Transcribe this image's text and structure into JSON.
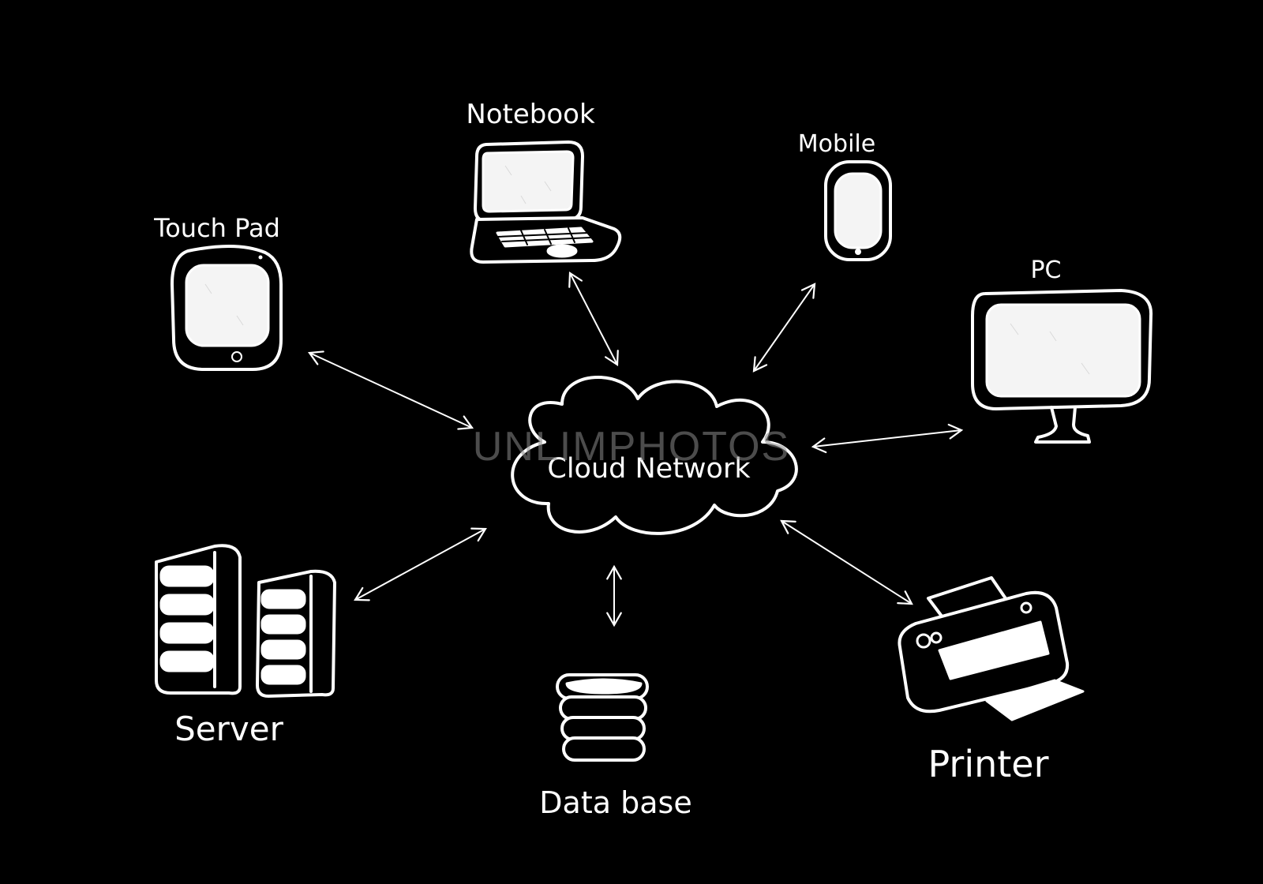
{
  "nodes": {
    "center": "Cloud Network",
    "notebook": "Notebook",
    "mobile": "Mobile",
    "touchpad": "Touch Pad",
    "pc": "PC",
    "server": "Server",
    "database": "Data base",
    "printer": "Printer"
  },
  "watermark": "UNLIMPHOTOS",
  "colors": {
    "background": "#000000",
    "ink": "#ffffff"
  }
}
